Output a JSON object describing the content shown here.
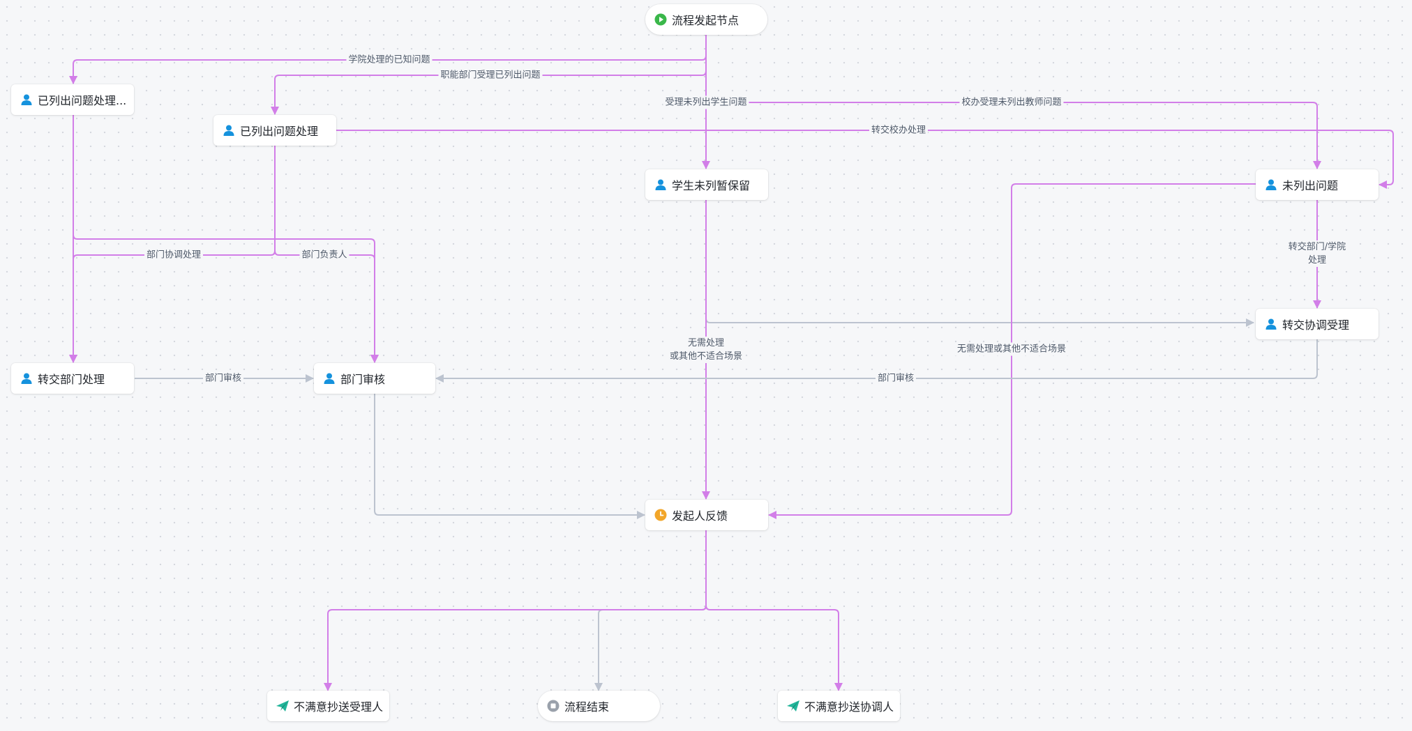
{
  "colors": {
    "canvas_bg": "#f6f7f9",
    "edge_active": "#d27ee8",
    "edge_default": "#bcc3cf",
    "start_icon": "#3ab74a",
    "end_icon": "#9aa1ab",
    "feedback_icon": "#f2a62a",
    "user_icon": "#1592dd",
    "send_icon": "#22b59a"
  },
  "nodes": {
    "start": {
      "label": "流程发起节点",
      "icon": "play-circle-icon"
    },
    "listed_a": {
      "label": "已列出问题处理...",
      "icon": "user-icon"
    },
    "listed_b": {
      "label": "已列出问题处理",
      "icon": "user-icon"
    },
    "student_hold": {
      "label": "学生未列暂保留",
      "icon": "user-icon"
    },
    "unlisted": {
      "label": "未列出问题",
      "icon": "user-icon"
    },
    "transfer_coord": {
      "label": "转交协调受理",
      "icon": "user-icon"
    },
    "transfer_dept": {
      "label": "转交部门处理",
      "icon": "user-icon"
    },
    "dept_review": {
      "label": "部门审核",
      "icon": "user-icon"
    },
    "feedback": {
      "label": "发起人反馈",
      "icon": "clock-icon"
    },
    "cc_handler": {
      "label": "不满意抄送受理人",
      "icon": "send-icon"
    },
    "end": {
      "label": "流程结束",
      "icon": "stop-circle-icon"
    },
    "cc_coord": {
      "label": "不满意抄送协调人",
      "icon": "send-icon"
    }
  },
  "edge_labels": {
    "college_known": "学院处理的已知问题",
    "func_dept_listed": "职能部门受理已列出问题",
    "accept_unlisted_student": "受理未列出学生问题",
    "office_unlisted_teacher": "校办受理未列出教师问题",
    "forward_office": "转交校办处理",
    "dept_coord": "部门协调处理",
    "dept_head": "部门负责人",
    "dept_transfer": "转交部门/学院\n处理",
    "no_need_center": "无需处理\n或其他不适合场景",
    "no_need_right": "无需处理或其他不适合场景",
    "dept_review_left": "部门审核",
    "dept_review_right": "部门审核"
  }
}
